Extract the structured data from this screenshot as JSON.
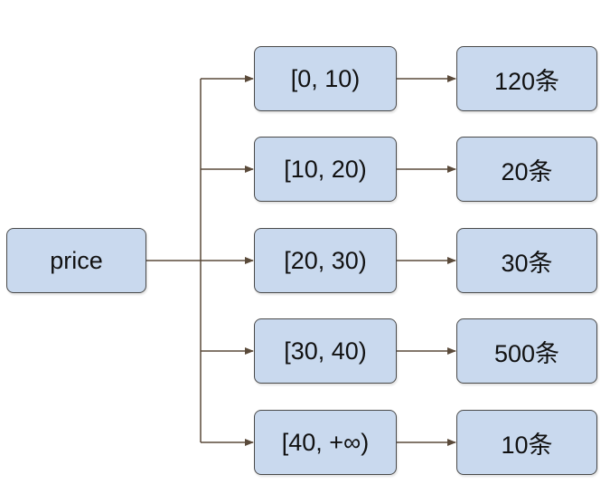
{
  "root": {
    "label": "price"
  },
  "buckets": [
    {
      "range": "[0, 10)",
      "count": "120条"
    },
    {
      "range": "[10, 20)",
      "count": "20条"
    },
    {
      "range": "[20, 30)",
      "count": "30条"
    },
    {
      "range": "[30, 40)",
      "count": "500条"
    },
    {
      "range": "[40, +∞)",
      "count": "10条"
    }
  ],
  "colors": {
    "node_fill": "#c9d9ee",
    "node_border": "#4a4a4a",
    "connector": "#5a4a3a"
  }
}
